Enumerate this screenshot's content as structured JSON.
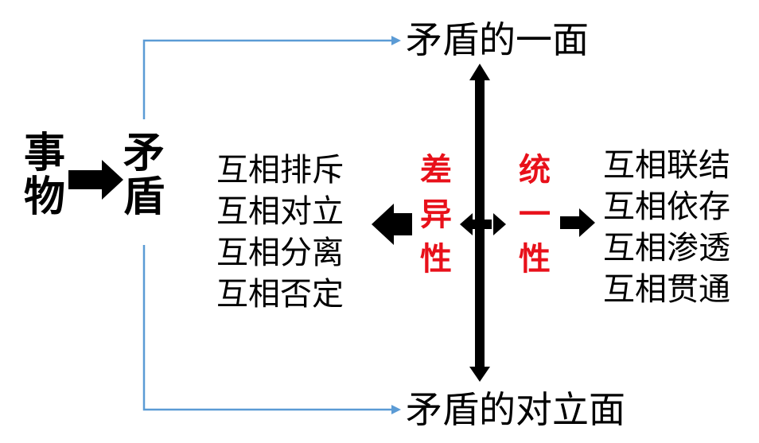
{
  "thing": [
    "事",
    "物"
  ],
  "contradiction": [
    "矛",
    "盾"
  ],
  "one_side": "矛盾的一面",
  "opposite_side": "矛盾的对立面",
  "difference": {
    "label": [
      "差",
      "异",
      "性"
    ],
    "items": [
      "互相排斥",
      "互相对立",
      "互相分离",
      "互相否定"
    ]
  },
  "unity": {
    "label": [
      "统",
      "一",
      "性"
    ],
    "items": [
      "互相联结",
      "互相依存",
      "互相渗透",
      "互相贯通"
    ]
  },
  "colors": {
    "bracket_line": "#5b9bd5",
    "arrow": "#000000",
    "highlight": "#e8101a"
  }
}
